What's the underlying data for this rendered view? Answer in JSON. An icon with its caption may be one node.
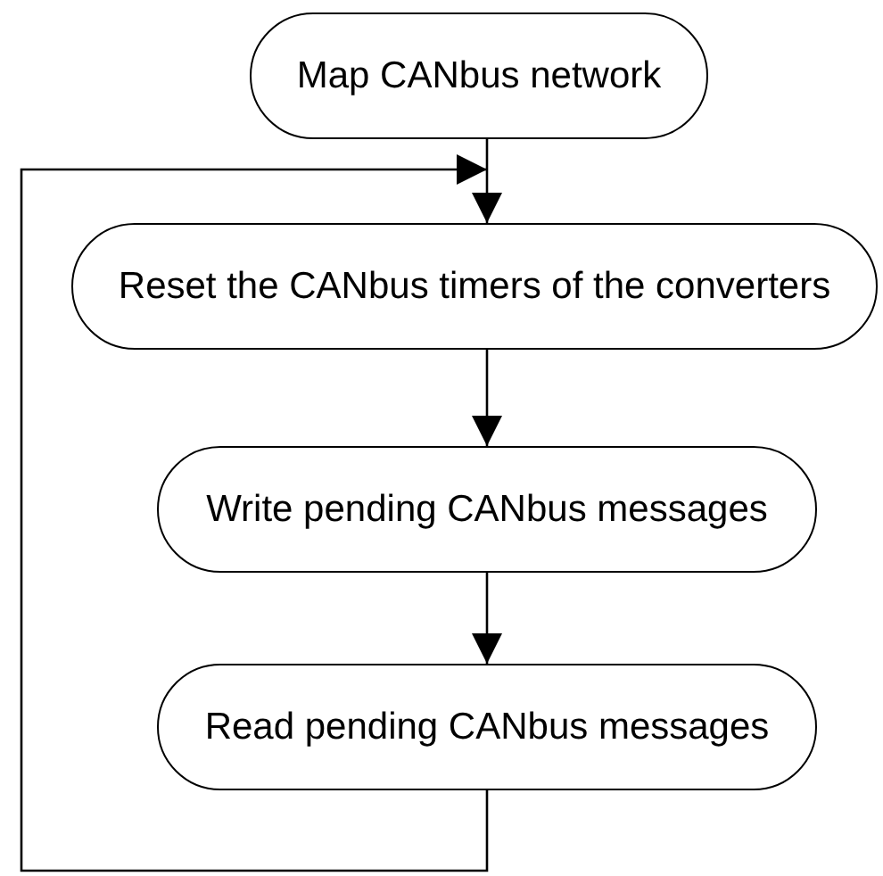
{
  "diagram": {
    "nodes": [
      {
        "text": [
          "Map CANbus network"
        ]
      },
      {
        "text": [
          "Reset the CANbus timers of the converters"
        ]
      },
      {
        "text": [
          "Write pending CANbus messages"
        ]
      },
      {
        "text": [
          "Read pending CANbus messages"
        ]
      }
    ],
    "edges": [
      {
        "from": 0,
        "to": 1,
        "arrow": "to"
      },
      {
        "from": 1,
        "to": 2,
        "arrow": "to"
      },
      {
        "from": 2,
        "to": 3,
        "arrow": "to"
      },
      {
        "from": 3,
        "to": 1,
        "arrow": "to"
      }
    ]
  }
}
